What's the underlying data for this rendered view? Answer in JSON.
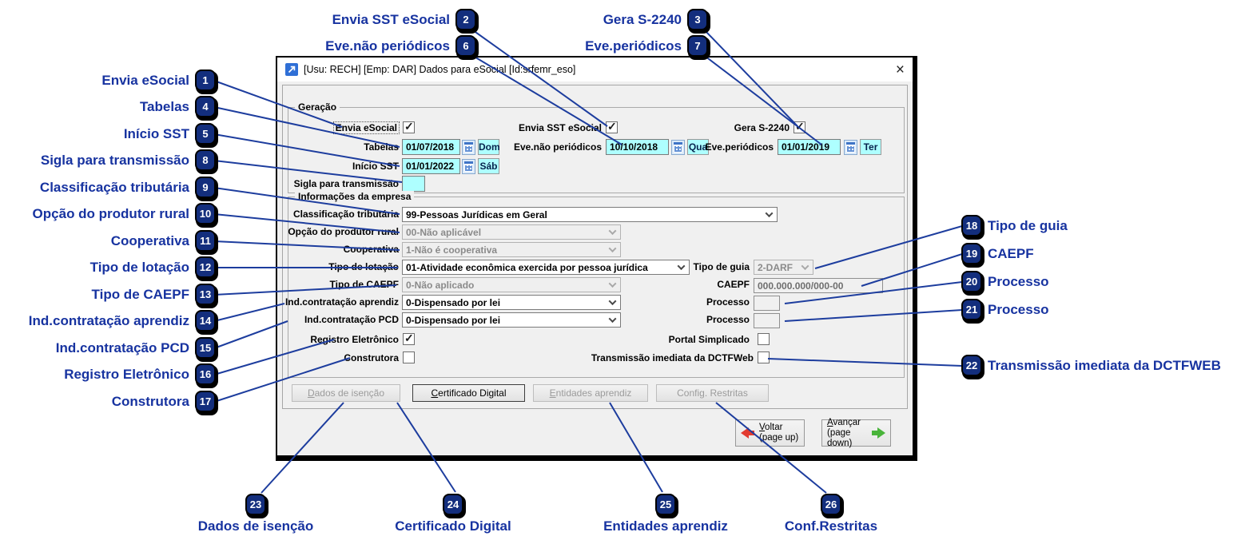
{
  "window": {
    "title": "[Usu: RECH] [Emp: DAR] Dados para eSocial [Id:srfemr_eso]",
    "close_glyph": "×"
  },
  "geracao": {
    "title": "Geração",
    "envia_esocial": {
      "label": "Envia eSocial",
      "checked": true
    },
    "envia_sst": {
      "label": "Envia SST eSocial",
      "checked": true
    },
    "gera_s2240": {
      "label": "Gera S-2240",
      "checked": true
    },
    "tabelas": {
      "label": "Tabelas",
      "value": "01/07/2018",
      "weekday": "Dom"
    },
    "eve_nao_periodicos": {
      "label": "Eve.não periódicos",
      "value": "10/10/2018",
      "weekday": "Qua"
    },
    "eve_periodicos": {
      "label": "Eve.periódicos",
      "value": "01/01/2019",
      "weekday": "Ter"
    },
    "inicio_sst": {
      "label": "Início SST",
      "value": "01/01/2022",
      "weekday": "Sáb"
    },
    "sigla": {
      "label": "Sigla para transmissão",
      "value": ""
    }
  },
  "info": {
    "title": "Informações da empresa",
    "classificacao": {
      "label": "Classificação tributária",
      "value": "99-Pessoas Jurídicas em Geral"
    },
    "produtor_rural": {
      "label": "Opção do produtor rural",
      "value": "00-Não aplicável"
    },
    "cooperativa": {
      "label": "Cooperativa",
      "value": "1-Não é cooperativa"
    },
    "tipo_lotacao": {
      "label": "Tipo de lotação",
      "value": "01-Atividade econômica exercida por pessoa jurídica"
    },
    "tipo_guia": {
      "label": "Tipo de guia",
      "value": "2-DARF"
    },
    "tipo_caepf": {
      "label": "Tipo de CAEPF",
      "value": "0-Não aplicado"
    },
    "caepf": {
      "label": "CAEPF",
      "value": "000.000.000/000-00"
    },
    "aprendiz": {
      "label": "Ind.contratação aprendiz",
      "value": "0-Dispensado por lei"
    },
    "processo1": {
      "label": "Processo",
      "value": ""
    },
    "pcd": {
      "label": "Ind.contratação PCD",
      "value": "0-Dispensado por lei"
    },
    "processo2": {
      "label": "Processo",
      "value": ""
    },
    "registro_eletronico": {
      "label": "Registro Eletrônico",
      "checked": true
    },
    "portal_simplicado": {
      "label": "Portal Simplicado",
      "checked": false
    },
    "construtora": {
      "label": "Construtora",
      "checked": false
    },
    "transmissao_dctfweb": {
      "label": "Transmissão imediata da DCTFWeb",
      "checked": false
    }
  },
  "buttons": {
    "dados_isencao": {
      "label": "Dados de isenção",
      "key": "D"
    },
    "certificado_digital": {
      "label": "Certificado Digital",
      "key": "C"
    },
    "entidades_aprendiz": {
      "label": "Entidades aprendiz",
      "key": "E"
    },
    "config_restritas": {
      "label": "Config. Restritas"
    },
    "voltar": {
      "label": "Voltar",
      "key": "V",
      "sub": "(page up)"
    },
    "avancar": {
      "label": "Avançar",
      "key": "A",
      "sub": "(page down)"
    }
  },
  "callouts": {
    "left": [
      {
        "num": "1",
        "label": "Envia eSocial"
      },
      {
        "num": "4",
        "label": "Tabelas"
      },
      {
        "num": "5",
        "label": "Início SST"
      },
      {
        "num": "8",
        "label": "Sigla para transmissão"
      },
      {
        "num": "9",
        "label": "Classificação tributária"
      },
      {
        "num": "10",
        "label": "Opção do produtor rural"
      },
      {
        "num": "11",
        "label": "Cooperativa"
      },
      {
        "num": "12",
        "label": "Tipo de lotação"
      },
      {
        "num": "13",
        "label": "Tipo de CAEPF"
      },
      {
        "num": "14",
        "label": "Ind.contratação aprendiz"
      },
      {
        "num": "15",
        "label": "Ind.contratação PCD"
      },
      {
        "num": "16",
        "label": "Registro Eletrônico"
      },
      {
        "num": "17",
        "label": "Construtora"
      }
    ],
    "top": [
      {
        "num": "2",
        "label": "Envia SST eSocial"
      },
      {
        "num": "6",
        "label": "Eve.não periódicos"
      },
      {
        "num": "3",
        "label": "Gera S-2240"
      },
      {
        "num": "7",
        "label": "Eve.periódicos"
      }
    ],
    "right": [
      {
        "num": "18",
        "label": "Tipo de guia"
      },
      {
        "num": "19",
        "label": "CAEPF"
      },
      {
        "num": "20",
        "label": "Processo"
      },
      {
        "num": "21",
        "label": "Processo"
      },
      {
        "num": "22",
        "label": "Transmissão imediata da DCTFWEB"
      }
    ],
    "bottom": [
      {
        "num": "23",
        "label": "Dados de isenção"
      },
      {
        "num": "24",
        "label": "Certificado Digital"
      },
      {
        "num": "25",
        "label": "Entidades aprendiz"
      },
      {
        "num": "26",
        "label": "Conf.Restritas"
      }
    ]
  },
  "colors": {
    "accent_blue": "#1733a0",
    "badge_fill": "#132e7d",
    "line_blue": "#1d3d9e",
    "field_cyan": "#aeffff"
  }
}
